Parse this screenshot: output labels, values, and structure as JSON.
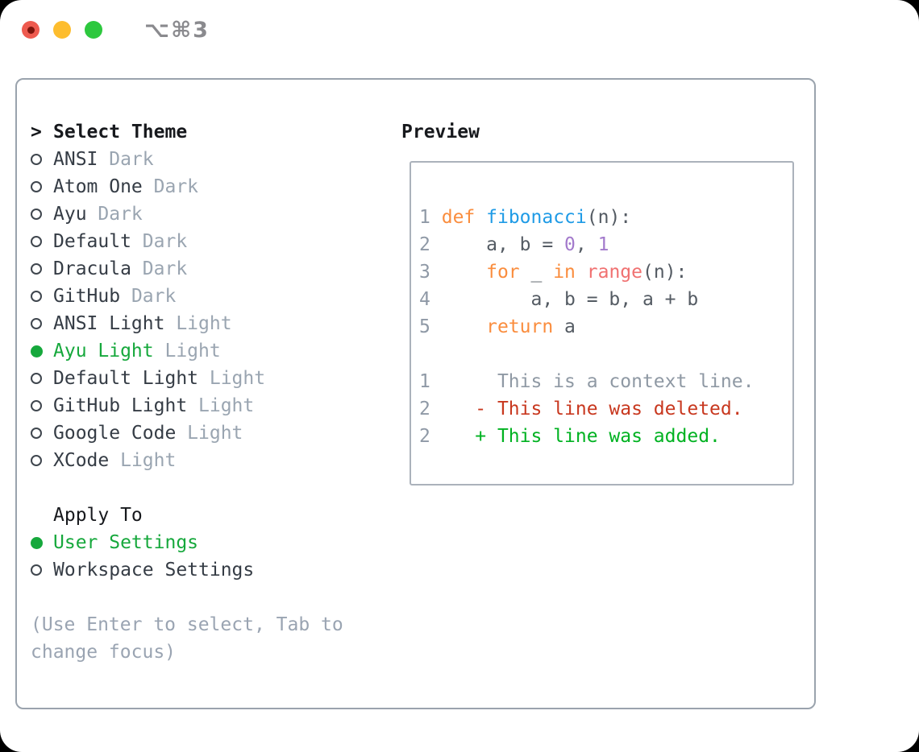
{
  "window": {
    "shortcut_label": "⌥⌘3"
  },
  "theme_picker": {
    "prompt": ">",
    "heading": "Select Theme",
    "items": [
      {
        "label": "ANSI",
        "tag": "Dark",
        "selected": false
      },
      {
        "label": "Atom One",
        "tag": "Dark",
        "selected": false
      },
      {
        "label": "Ayu",
        "tag": "Dark",
        "selected": false
      },
      {
        "label": "Default",
        "tag": "Dark",
        "selected": false
      },
      {
        "label": "Dracula",
        "tag": "Dark",
        "selected": false
      },
      {
        "label": "GitHub",
        "tag": "Dark",
        "selected": false
      },
      {
        "label": "ANSI Light",
        "tag": "Light",
        "selected": false
      },
      {
        "label": "Ayu Light",
        "tag": "Light",
        "selected": true
      },
      {
        "label": "Default Light",
        "tag": "Light",
        "selected": false
      },
      {
        "label": "GitHub Light",
        "tag": "Light",
        "selected": false
      },
      {
        "label": "Google Code",
        "tag": "Light",
        "selected": false
      },
      {
        "label": "XCode",
        "tag": "Light",
        "selected": false
      }
    ]
  },
  "apply_to": {
    "heading": "Apply To",
    "options": [
      {
        "label": "User Settings",
        "selected": true
      },
      {
        "label": "Workspace Settings",
        "selected": false
      }
    ]
  },
  "hint": {
    "line1": "(Use Enter to select, Tab to",
    "line2": "change focus)"
  },
  "preview": {
    "heading": "Preview",
    "lines": [
      {
        "type": "code",
        "num": "1",
        "tokens": [
          [
            "def",
            "kw"
          ],
          [
            " ",
            "d"
          ],
          [
            "fibonacci",
            "fn"
          ],
          [
            "(n):",
            "d"
          ]
        ]
      },
      {
        "type": "code",
        "num": "2",
        "tokens": [
          [
            "    a, b = ",
            "d"
          ],
          [
            "0",
            "num"
          ],
          [
            ", ",
            "d"
          ],
          [
            "1",
            "num"
          ]
        ]
      },
      {
        "type": "code",
        "num": "3",
        "tokens": [
          [
            "    ",
            "d"
          ],
          [
            "for",
            "kw"
          ],
          [
            " _ ",
            "d"
          ],
          [
            "in",
            "kw"
          ],
          [
            " ",
            "d"
          ],
          [
            "range",
            "call"
          ],
          [
            "(n):",
            "d"
          ]
        ]
      },
      {
        "type": "code",
        "num": "4",
        "tokens": [
          [
            "        a, b = b, a + b",
            "d"
          ]
        ]
      },
      {
        "type": "code",
        "num": "5",
        "tokens": [
          [
            "    ",
            "d"
          ],
          [
            "return",
            "kw"
          ],
          [
            " a",
            "d"
          ]
        ]
      },
      {
        "type": "blank"
      },
      {
        "type": "diff",
        "num": "1",
        "marker": " ",
        "kind": "ctx",
        "text": "This is a context line."
      },
      {
        "type": "diff",
        "num": "2",
        "marker": "-",
        "kind": "del",
        "text": "This line was deleted."
      },
      {
        "type": "diff",
        "num": "2",
        "marker": "+",
        "kind": "add",
        "text": "This line was added."
      }
    ]
  },
  "colors": {
    "ui_green": "#16a83c",
    "text_black": "#17191d",
    "text_dark": "#353c45",
    "tag_gray": "#9aa5b1",
    "hint_gray": "#9aa4b2",
    "panel_border": "#9aa3ad",
    "codebox_border": "#abb2bb",
    "line_number": "#8f99a6",
    "code_default": "#545b63",
    "kw": "#fa8d3e",
    "fn": "#1f9be6",
    "num": "#a37acc",
    "call": "#f07171",
    "diff_ctx": "#8f99a4",
    "diff_del": "#c8381f",
    "diff_add": "#00b221",
    "light_red": "#ee5a4f",
    "light_red_dot": "#7d140c",
    "light_yellow": "#fdbd2e",
    "light_green": "#2dc83e",
    "titlebar_text": "#8a8a8e"
  }
}
